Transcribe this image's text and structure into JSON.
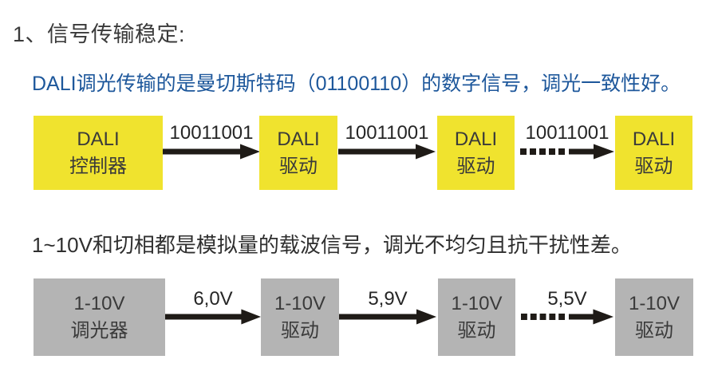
{
  "title": "1、信号传输稳定:",
  "dali_section": {
    "description": "DALI调光传输的是曼切斯特码（01100110）的数字信号，调光一致性好。",
    "nodes": [
      {
        "line1": "DALI",
        "line2": "控制器"
      },
      {
        "line1": "DALI",
        "line2": "驱动"
      },
      {
        "line1": "DALI",
        "line2": "驱动"
      },
      {
        "line1": "DALI",
        "line2": "驱动"
      }
    ],
    "arrow_labels": [
      "10011001",
      "10011001",
      "10011001"
    ]
  },
  "analog_section": {
    "description": "1~10V和切相都是模拟量的载波信号，调光不均匀且抗干扰性差。",
    "nodes": [
      {
        "line1": "1-10V",
        "line2": "调光器"
      },
      {
        "line1": "1-10V",
        "line2": "驱动"
      },
      {
        "line1": "1-10V",
        "line2": "驱动"
      },
      {
        "line1": "1-10V",
        "line2": "驱动"
      }
    ],
    "arrow_labels": [
      "6,0V",
      "5,9V",
      "5,5V"
    ]
  },
  "colors": {
    "dali-box": "#F0E32E",
    "analog-box": "#B4B4B4",
    "accent-blue": "#1D579B",
    "arrow": "#1F1B17",
    "text-dark": "#3A3A3A"
  }
}
